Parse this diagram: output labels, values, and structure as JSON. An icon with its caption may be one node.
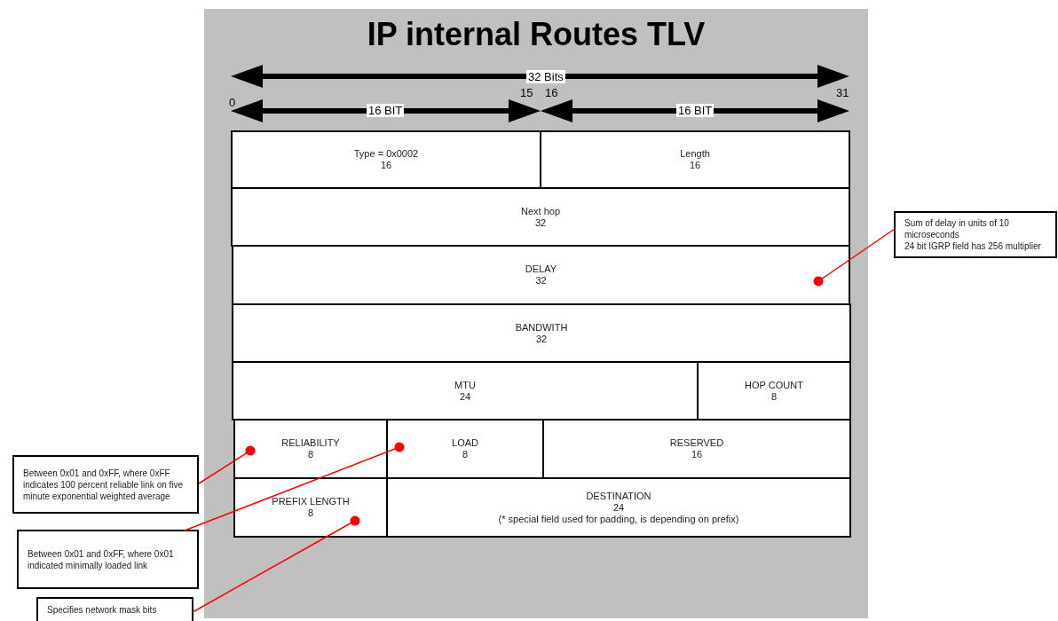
{
  "diagram": {
    "title": "IP internal Routes TLV",
    "nodes": [
      {
        "text": [
          "Type = 0x0002",
          "16"
        ]
      },
      {
        "text": [
          "Length",
          "16"
        ]
      },
      {
        "text": [
          "Next hop",
          "32"
        ]
      },
      {
        "text": [
          "DELAY",
          "32"
        ]
      },
      {
        "text": [
          "BANDWITH",
          "32"
        ]
      },
      {
        "text": [
          "MTU",
          "24"
        ]
      },
      {
        "text": [
          "HOP COUNT",
          "8"
        ]
      },
      {
        "text": [
          "RELIABILITY",
          "8"
        ]
      },
      {
        "text": [
          "LOAD",
          "8"
        ]
      },
      {
        "text": [
          "RESERVED",
          "16"
        ]
      },
      {
        "text": [
          "PREFIX LENGTH",
          "8"
        ]
      },
      {
        "text": [
          "DESTINATION",
          "24",
          "(* special field used for padding, is depending on prefix)"
        ]
      },
      {
        "text": [
          "Sum of delay in units of 10 microseconds",
          "24 bit IGRP field has 256 multiplier"
        ]
      },
      {
        "text": [
          "Between 0x01 and 0xFF, where 0xFF indicates 100 percent reliable link on five minute exponential weighted average"
        ]
      },
      {
        "text": [
          "Between 0x01 and 0xFF, where 0x01 indicated minimally loaded link"
        ]
      },
      {
        "text": [
          "Specifies network mask bits"
        ]
      }
    ],
    "edges": [
      {
        "from": 12,
        "to": 3,
        "arrow": "other",
        "color": "#ff0000"
      },
      {
        "from": 13,
        "to": 7,
        "arrow": "other",
        "color": "#ff0000"
      },
      {
        "from": 14,
        "to": 8,
        "arrow": "other",
        "color": "#ff0000"
      },
      {
        "from": 15,
        "to": 10,
        "arrow": "other",
        "color": "#ff0000"
      }
    ],
    "labels": [
      "32 Bits",
      "15",
      "16",
      "31",
      "0",
      "16 BIT",
      "16 BIT"
    ]
  }
}
